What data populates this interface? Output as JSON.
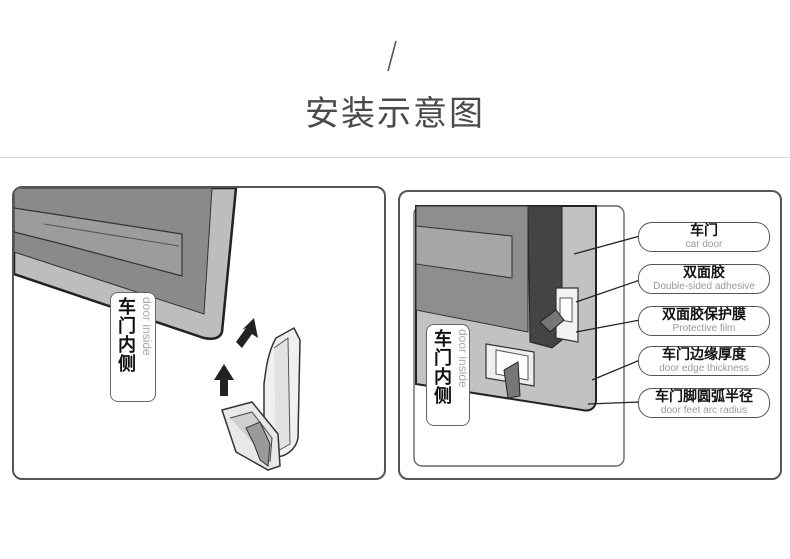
{
  "header": {
    "title": "安装示意图"
  },
  "left_panel": {
    "door_label": {
      "zh": "车门内侧",
      "en": "door inside"
    }
  },
  "right_panel": {
    "door_label": {
      "zh": "车门内侧",
      "en": "door inside"
    },
    "callouts": [
      {
        "zh": "车门",
        "en": "car door"
      },
      {
        "zh": "双面胶",
        "en": "Double-sided adhesive"
      },
      {
        "zh": "双面胶保护膜",
        "en": "Protective film"
      },
      {
        "zh": "车门边缘厚度",
        "en": "door edge thickness"
      },
      {
        "zh": "车门脚圆弧半径",
        "en": "door feet arc radius"
      }
    ]
  }
}
